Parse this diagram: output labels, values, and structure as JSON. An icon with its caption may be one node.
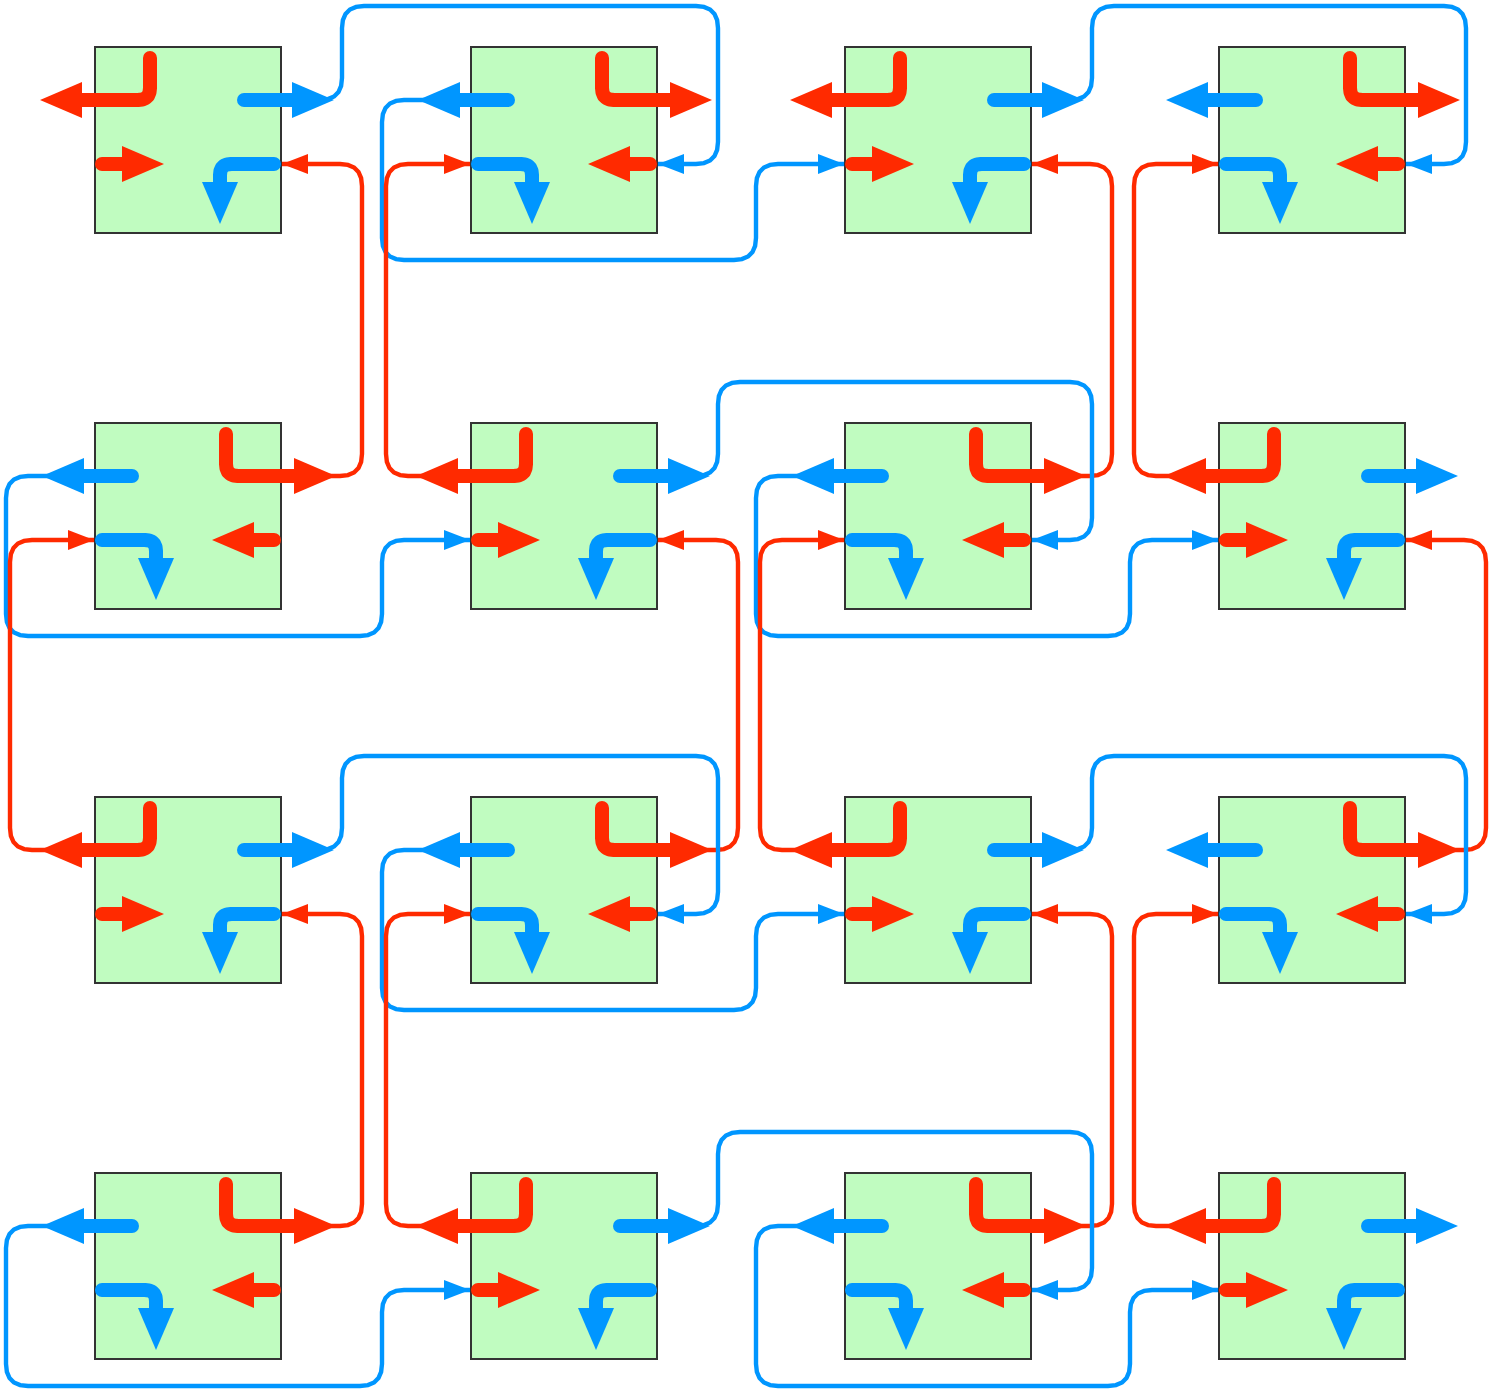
{
  "diagram": {
    "nodes": [
      {
        "text": [],
        "shape": "box"
      },
      {
        "text": [],
        "shape": "box"
      },
      {
        "text": [],
        "shape": "box"
      },
      {
        "text": [],
        "shape": "box"
      },
      {
        "text": [],
        "shape": "box"
      },
      {
        "text": [],
        "shape": "box"
      },
      {
        "text": [],
        "shape": "box"
      },
      {
        "text": [],
        "shape": "box"
      },
      {
        "text": [],
        "shape": "box"
      },
      {
        "text": [],
        "shape": "box"
      },
      {
        "text": [],
        "shape": "box"
      },
      {
        "text": [],
        "shape": "box"
      },
      {
        "text": [],
        "shape": "box"
      },
      {
        "text": [],
        "shape": "box"
      },
      {
        "text": [],
        "shape": "box"
      },
      {
        "text": [],
        "shape": "box"
      }
    ],
    "edges": [
      {
        "from": 0,
        "to": 1,
        "arrow": "to",
        "color": "#0096ff"
      },
      {
        "from": 1,
        "to": 2,
        "arrow": "to",
        "color": "#0096ff"
      },
      {
        "from": 2,
        "to": 3,
        "arrow": "to",
        "color": "#0096ff"
      },
      {
        "from": 4,
        "to": 0,
        "arrow": "to",
        "color": "#ff2a00"
      },
      {
        "from": 5,
        "to": 1,
        "arrow": "to",
        "color": "#ff2a00"
      },
      {
        "from": 6,
        "to": 2,
        "arrow": "to",
        "color": "#ff2a00"
      },
      {
        "from": 7,
        "to": 3,
        "arrow": "to",
        "color": "#ff2a00"
      },
      {
        "from": 4,
        "to": 5,
        "arrow": "to",
        "color": "#0096ff"
      },
      {
        "from": 5,
        "to": 6,
        "arrow": "to",
        "color": "#0096ff"
      },
      {
        "from": 6,
        "to": 7,
        "arrow": "to",
        "color": "#0096ff"
      },
      {
        "from": 8,
        "to": 4,
        "arrow": "to",
        "color": "#ff2a00"
      },
      {
        "from": 9,
        "to": 5,
        "arrow": "to",
        "color": "#ff2a00"
      },
      {
        "from": 10,
        "to": 6,
        "arrow": "to",
        "color": "#ff2a00"
      },
      {
        "from": 11,
        "to": 7,
        "arrow": "to",
        "color": "#ff2a00"
      },
      {
        "from": 8,
        "to": 9,
        "arrow": "to",
        "color": "#0096ff"
      },
      {
        "from": 9,
        "to": 10,
        "arrow": "to",
        "color": "#0096ff"
      },
      {
        "from": 10,
        "to": 11,
        "arrow": "to",
        "color": "#0096ff"
      },
      {
        "from": 12,
        "to": 8,
        "arrow": "to",
        "color": "#ff2a00"
      },
      {
        "from": 13,
        "to": 9,
        "arrow": "to",
        "color": "#ff2a00"
      },
      {
        "from": 14,
        "to": 10,
        "arrow": "to",
        "color": "#ff2a00"
      },
      {
        "from": 15,
        "to": 11,
        "arrow": "to",
        "color": "#ff2a00"
      },
      {
        "from": 12,
        "to": 13,
        "arrow": "to",
        "color": "#0096ff"
      },
      {
        "from": 13,
        "to": 14,
        "arrow": "to",
        "color": "#0096ff"
      },
      {
        "from": 14,
        "to": 15,
        "arrow": "to",
        "color": "#0096ff"
      }
    ]
  }
}
